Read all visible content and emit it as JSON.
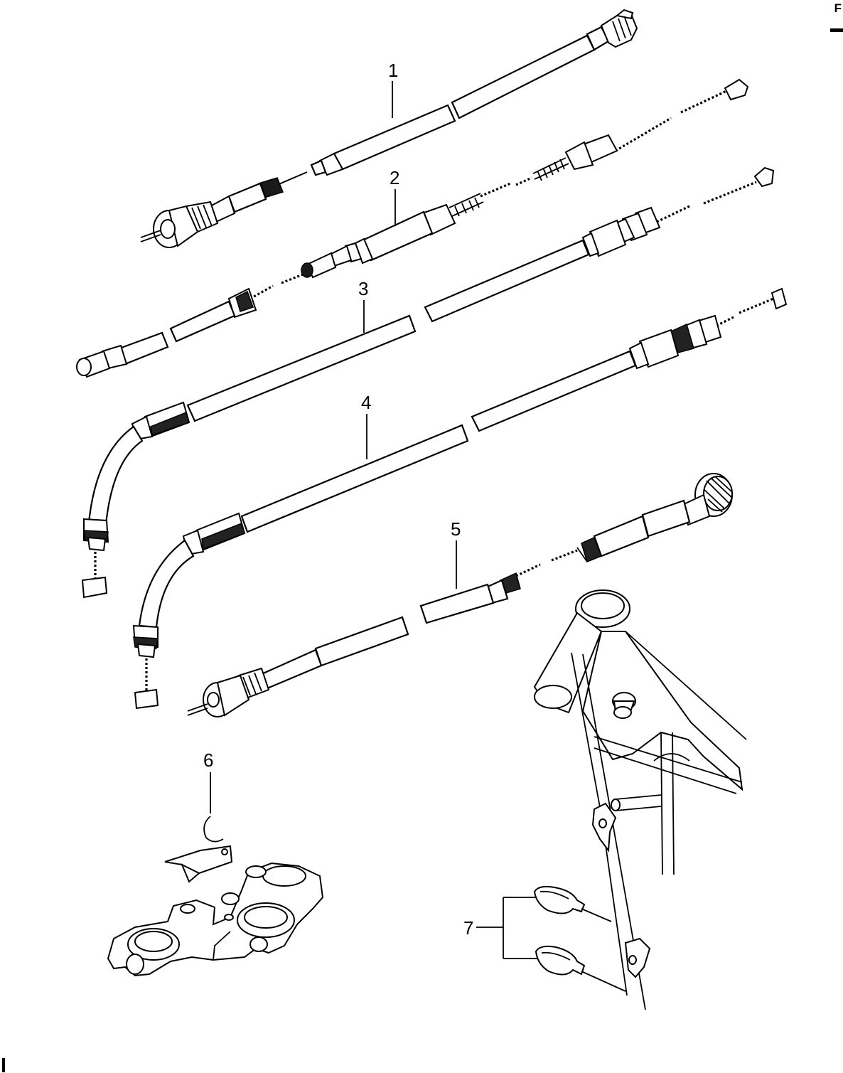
{
  "corner": {
    "top_right": "F"
  },
  "parts": [
    {
      "id": 1,
      "label": "1",
      "name": "speedometer-cable"
    },
    {
      "id": 2,
      "label": "2",
      "name": "clutch-cable"
    },
    {
      "id": 3,
      "label": "3",
      "name": "throttle-cable-a"
    },
    {
      "id": 4,
      "label": "4",
      "name": "throttle-cable-b"
    },
    {
      "id": 5,
      "label": "5",
      "name": "tachometer-cable"
    },
    {
      "id": 6,
      "label": "6",
      "name": "cable-guide"
    },
    {
      "id": 7,
      "label": "7",
      "name": "cable-clamps"
    }
  ],
  "colors": {
    "ink": "#000000",
    "paper": "#ffffff"
  }
}
